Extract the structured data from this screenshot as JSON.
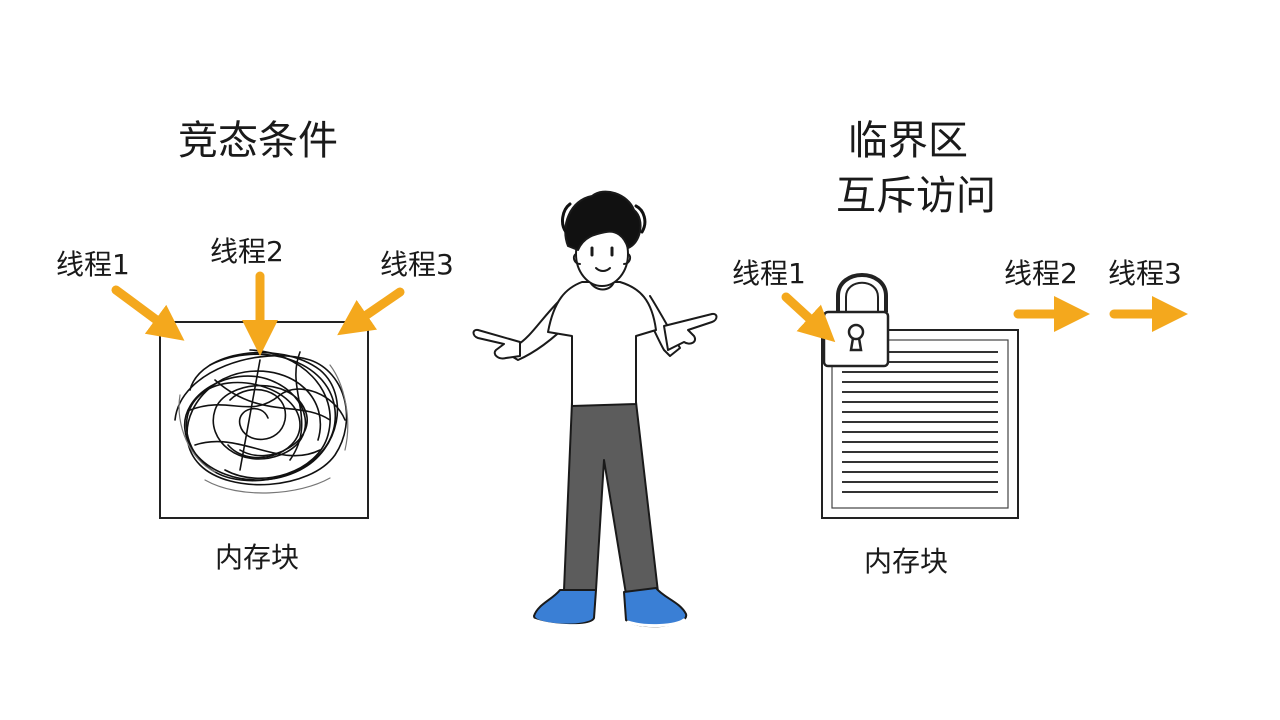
{
  "left_panel": {
    "title": "竞态条件",
    "threads": [
      "线程1",
      "线程2",
      "线程3"
    ],
    "block_label": "内存块"
  },
  "right_panel": {
    "title_line1": "临界区",
    "title_line2": "互斥访问",
    "threads": [
      "线程1",
      "线程2",
      "线程3"
    ],
    "block_label": "内存块"
  },
  "colors": {
    "arrow": "#f4a81d",
    "ink": "#1a1a1a",
    "pants": "#5c5c5c",
    "shoes": "#3a7fd5"
  }
}
